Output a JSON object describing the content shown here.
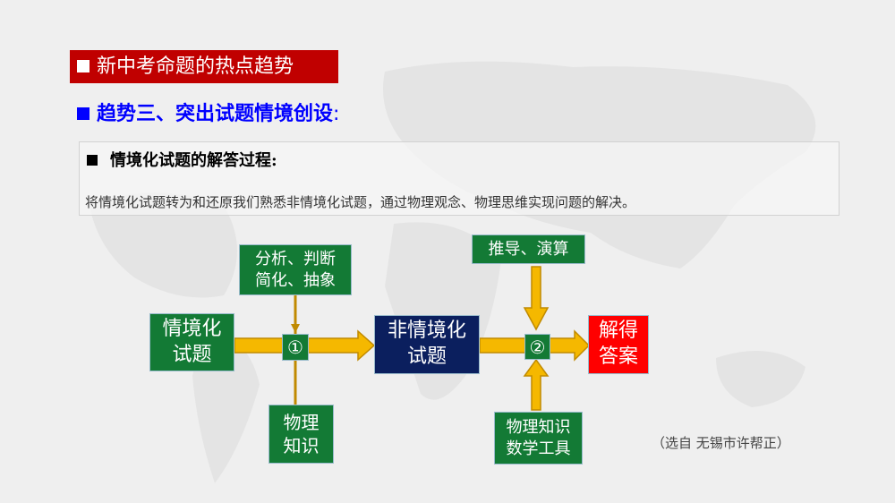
{
  "title": "新中考命题的热点趋势",
  "heading": "趋势三、突出试题情境创设",
  "heading_colon": ":",
  "panel": {
    "subtitle": "情境化试题的解答过程:",
    "description": "将情境化试题转为和还原我们熟悉非情境化试题，通过物理观念、物理思维实现问题的解决。"
  },
  "diagram": {
    "start": [
      "情境化",
      "试题"
    ],
    "step1_top": [
      "分析、判断",
      "简化、抽象"
    ],
    "step1_bottom": [
      "物理",
      "知识"
    ],
    "step1_marker": "①",
    "middle": [
      "非情境化",
      "试题"
    ],
    "step2_top": "推导、演算",
    "step2_bottom": [
      "物理知识",
      "数学工具"
    ],
    "step2_marker": "②",
    "end": [
      "解得",
      "答案"
    ]
  },
  "caption": "（选自 无锡市许帮正）",
  "colors": {
    "title_bg": "#c00000",
    "heading": "#0000ff",
    "green": "#137a35",
    "navy": "#0b1f5e",
    "red": "#ff0000",
    "arrow": "#f5b800"
  }
}
